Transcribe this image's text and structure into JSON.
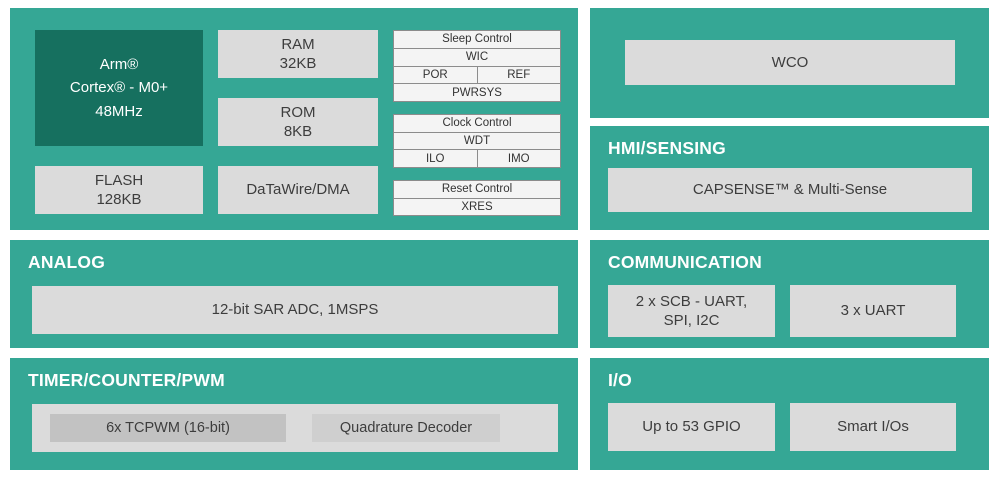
{
  "colors": {
    "panel_teal": "#35A795",
    "cpu_dark_teal": "#16705F",
    "box_gray": "#DBDBDB",
    "inner_box_gray_dark": "#C2C2C2",
    "inner_box_gray_light": "#CFCFCF",
    "control_table_bg": "#F4F4F4",
    "control_table_border": "#8C8C8C",
    "heading_text": "#FFFFFF",
    "box_text": "#3D3D3D"
  },
  "mcu": {
    "cpu_label": "Arm®\nCortex® - M0+\n48MHz",
    "ram_label": "RAM\n32KB",
    "rom_label": "ROM\n8KB",
    "flash_label": "FLASH\n128KB",
    "datawire_label": "DaTaWire/DMA",
    "sleep_control": {
      "title": "Sleep Control",
      "wic": "WIC",
      "por": "POR",
      "ref": "REF",
      "pwrsys": "PWRSYS"
    },
    "clock_control": {
      "title": "Clock Control",
      "wdt": "WDT",
      "ilo": "ILO",
      "imo": "IMO"
    },
    "reset_control": {
      "title": "Reset Control",
      "xres": "XRES"
    }
  },
  "wco": {
    "label": "WCO"
  },
  "hmi_sensing": {
    "heading": "HMI/SENSING",
    "capsense_label": "CAPSENSE™ & Multi-Sense"
  },
  "analog": {
    "heading": "ANALOG",
    "adc_label": "12-bit SAR ADC, 1MSPS"
  },
  "communication": {
    "heading": "COMMUNICATION",
    "scb_label": "2 x SCB - UART,\nSPI, I2C",
    "uart_label": "3 x UART"
  },
  "timer_counter_pwm": {
    "heading": "TIMER/COUNTER/PWM",
    "tcpwm_label": "6x TCPWM (16-bit)",
    "quadrature_label": "Quadrature Decoder"
  },
  "io": {
    "heading": "I/O",
    "gpio_label": "Up to 53 GPIO",
    "smart_io_label": "Smart I/Os"
  }
}
